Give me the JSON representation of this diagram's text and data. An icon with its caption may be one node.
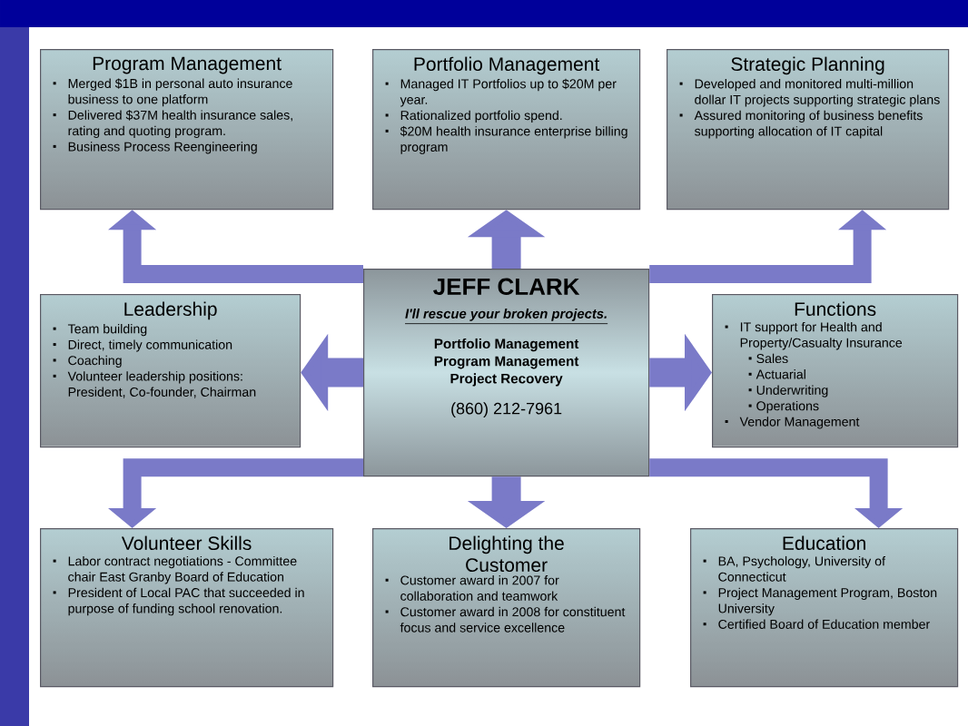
{
  "diagram": {
    "nodes": [
      {
        "text": [
          "Program Management",
          "Merged $1B in personal auto insurance business to one platform",
          "Delivered $37M health insurance sales, rating and quoting program.",
          "Business Process Reengineering"
        ]
      },
      {
        "text": [
          "Portfolio Management",
          "Managed IT Portfolios up to $20M per year.",
          "Rationalized portfolio spend.",
          "$20M health insurance enterprise billing program"
        ]
      },
      {
        "text": [
          "Strategic Planning",
          "Developed and monitored multi-million dollar IT projects supporting strategic plans",
          "Assured monitoring of business benefits supporting allocation of IT capital"
        ]
      },
      {
        "text": [
          "Leadership",
          "Team building",
          "Direct, timely communication",
          "Coaching",
          "Volunteer leadership positions: President, Co-founder, Chairman"
        ]
      },
      {
        "text": [
          "JEFF CLARK",
          "I'll rescue your broken projects.",
          "Portfolio Management",
          "Program Management",
          "Project Recovery",
          "(860) 212-7961"
        ]
      },
      {
        "text": [
          "Functions",
          "IT support for Health and Property/Casualty Insurance",
          "Sales",
          "Actuarial",
          "Underwriting",
          "Operations",
          "Vendor Management"
        ]
      },
      {
        "text": [
          "Volunteer Skills",
          "Labor contract negotiations - Committee chair East Granby Board of Education",
          "President of Local PAC that succeeded in purpose of funding school renovation."
        ]
      },
      {
        "text": [
          "Delighting the Customer",
          "Customer award in 2007 for collaboration and teamwork",
          "Customer award in 2008 for constituent focus and service excellence"
        ]
      },
      {
        "text": [
          "Education",
          "BA, Psychology, University of Connecticut",
          "Project Management Program, Boston University",
          "Certified Board of Education member"
        ]
      }
    ],
    "edges": [
      {
        "from": 4,
        "to": 1,
        "arrow": "to"
      },
      {
        "from": 4,
        "to": 7,
        "arrow": "to"
      },
      {
        "from": 4,
        "to": 3,
        "arrow": "to"
      },
      {
        "from": 4,
        "to": 5,
        "arrow": "to"
      },
      {
        "from": 4,
        "to": 0,
        "arrow": "to"
      },
      {
        "from": 4,
        "to": 2,
        "arrow": "to"
      },
      {
        "from": 4,
        "to": 6,
        "arrow": "to"
      },
      {
        "from": 4,
        "to": 8,
        "arrow": "to"
      }
    ]
  }
}
